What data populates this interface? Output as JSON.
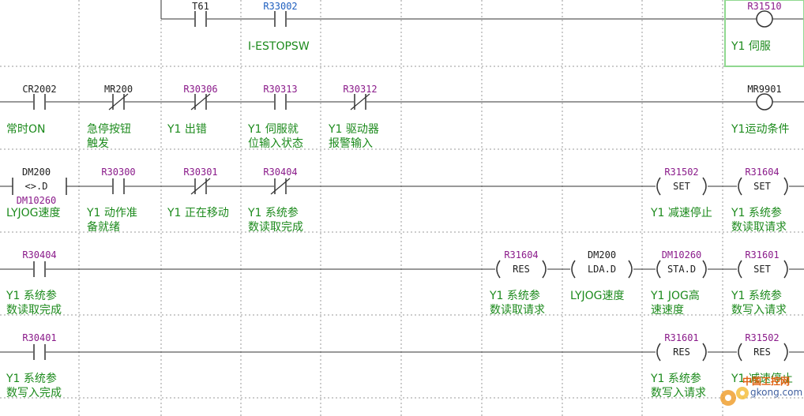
{
  "rungs": [
    {
      "elements": [
        {
          "id": "r0c2",
          "device": "T61",
          "color": "dev"
        },
        {
          "id": "r0c3",
          "device": "R33002",
          "color": "blue",
          "comment": "I-ESTOPSW"
        },
        {
          "id": "r0coil",
          "device": "R31510",
          "color": "reg",
          "comment": "Y1 伺服"
        }
      ]
    },
    {
      "elements": [
        {
          "id": "r1c0",
          "device": "CR2002",
          "color": "dev",
          "comment": "常时ON"
        },
        {
          "id": "r1c1",
          "device": "MR200",
          "color": "dev",
          "comment": "急停按钮\n触发"
        },
        {
          "id": "r1c2",
          "device": "R30306",
          "color": "reg",
          "comment": "Y1 出错"
        },
        {
          "id": "r1c3",
          "device": "R30313",
          "color": "reg",
          "comment": "Y1 伺服就\n位输入状态"
        },
        {
          "id": "r1c4",
          "device": "R30312",
          "color": "reg",
          "comment": "Y1 驱动器\n报警输入"
        },
        {
          "id": "r1coil",
          "device": "MR9901",
          "color": "dev",
          "comment": "Y1运动条件"
        }
      ]
    },
    {
      "elements": [
        {
          "id": "r2c0",
          "device": "DM200",
          "color": "dev",
          "instr": "<>.D",
          "operand": "DM10260",
          "comment": "LYJOG速度"
        },
        {
          "id": "r2c1",
          "device": "R30300",
          "color": "reg",
          "comment": "Y1 动作准\n备就绪"
        },
        {
          "id": "r2c2",
          "device": "R30301",
          "color": "reg",
          "comment": "Y1 正在移动"
        },
        {
          "id": "r2c3",
          "device": "R30404",
          "color": "reg",
          "comment": "Y1 系统参\n数读取完成"
        },
        {
          "id": "r2c8",
          "device": "R31502",
          "color": "reg",
          "instr": "SET",
          "comment": "Y1 减速停止"
        },
        {
          "id": "r2c9",
          "device": "R31604",
          "color": "reg",
          "instr": "SET",
          "comment": "Y1 系统参\n数读取请求"
        }
      ]
    },
    {
      "elements": [
        {
          "id": "r3c0",
          "device": "R30404",
          "color": "reg",
          "comment": "Y1 系统参\n数读取完成"
        },
        {
          "id": "r3c6",
          "device": "R31604",
          "color": "reg",
          "instr": "RES",
          "comment": "Y1 系统参\n数读取请求"
        },
        {
          "id": "r3c7",
          "device": "DM200",
          "color": "dev",
          "instr": "LDA.D",
          "comment": "LYJOG速度"
        },
        {
          "id": "r3c8",
          "device": "DM10260",
          "color": "reg",
          "instr": "STA.D",
          "comment": "Y1 JOG高\n速速度"
        },
        {
          "id": "r3c9",
          "device": "R31601",
          "color": "reg",
          "instr": "SET",
          "comment": "Y1 系统参\n数写入请求"
        }
      ]
    },
    {
      "elements": [
        {
          "id": "r4c0",
          "device": "R30401",
          "color": "reg",
          "comment": "Y1 系统参\n数写入完成"
        },
        {
          "id": "r4c8",
          "device": "R31601",
          "color": "reg",
          "instr": "RES",
          "comment": "Y1 系统参\n数写入请求"
        },
        {
          "id": "r4c9",
          "device": "R31502",
          "color": "reg",
          "instr": "RES",
          "comment": "Y1 减速停止"
        }
      ]
    }
  ],
  "watermark": {
    "line1": "中国工控网",
    "line2": "gkong.com"
  },
  "colors": {
    "wire": "#333333",
    "grid": "#9a9a9a",
    "selection": "#90d890",
    "comment": "#1c8a1c",
    "register": "#8a1a8a",
    "input": "#1f5fbf"
  }
}
